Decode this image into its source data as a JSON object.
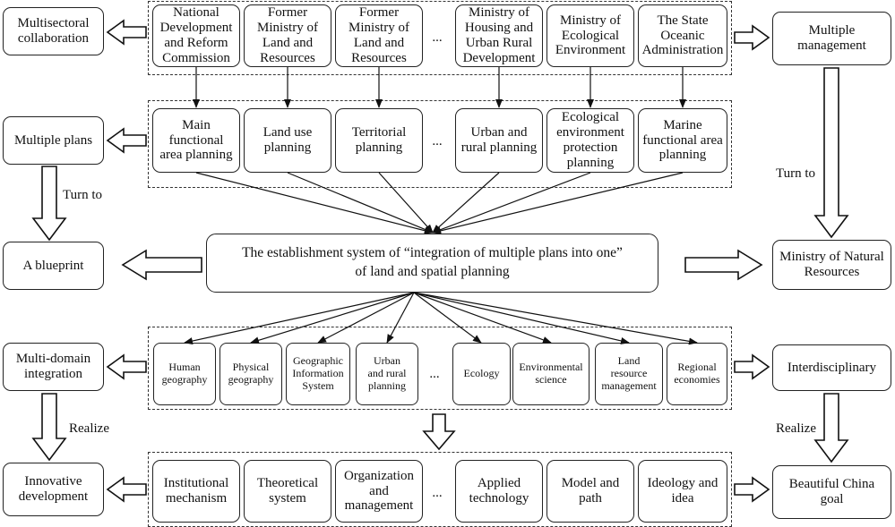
{
  "ministries": [
    "National\nDevelopment\nand Reform\nCommission",
    "Former\nMinistry of\nLand and\nResources",
    "Former\nMinistry of\nLand and\nResources",
    "Ministry of\nHousing and\nUrban Rural\nDevelopment",
    "Ministry of\nEcological\nEnvironment",
    "The State\nOceanic\nAdministration"
  ],
  "plans": [
    "Main\nfunctional\narea planning",
    "Land use\nplanning",
    "Territorial\nplanning",
    "Urban and\nrural planning",
    "Ecological\nenvironment\nprotection\nplanning",
    "Marine\nfunctional area\nplanning"
  ],
  "disciplines": [
    "Human\ngeography",
    "Physical\ngeography",
    "Geographic\nInformation\nSystem",
    "Urban\nand rural\nplanning",
    "Ecology",
    "Environmental\nscience",
    "Land\nresource\nmanagement",
    "Regional\neconomies"
  ],
  "outcomes": [
    "Institutional\nmechanism",
    "Theoretical\nsystem",
    "Organization\nand\nmanagement",
    "Applied\ntechnology",
    "Model and\npath",
    "Ideology and\nidea"
  ],
  "ellipsis": "...",
  "center": "The establishment system of “integration of multiple plans into one”\nof land and spatial planning",
  "left": {
    "multisectoral": "Multisectoral\ncollaboration",
    "multiple_plans": "Multiple plans",
    "blueprint": "A blueprint",
    "multi_domain": "Multi-domain\nintegration",
    "innovative": "Innovative\ndevelopment",
    "turn_to": "Turn to",
    "realize": "Realize"
  },
  "right": {
    "multiple_management": "Multiple\nmanagement",
    "ministry_natural": "Ministry of Natural\nResources",
    "interdisciplinary": "Interdisciplinary",
    "beautiful_china": "Beautiful China\ngoal",
    "turn_to": "Turn to",
    "realize": "Realize"
  }
}
